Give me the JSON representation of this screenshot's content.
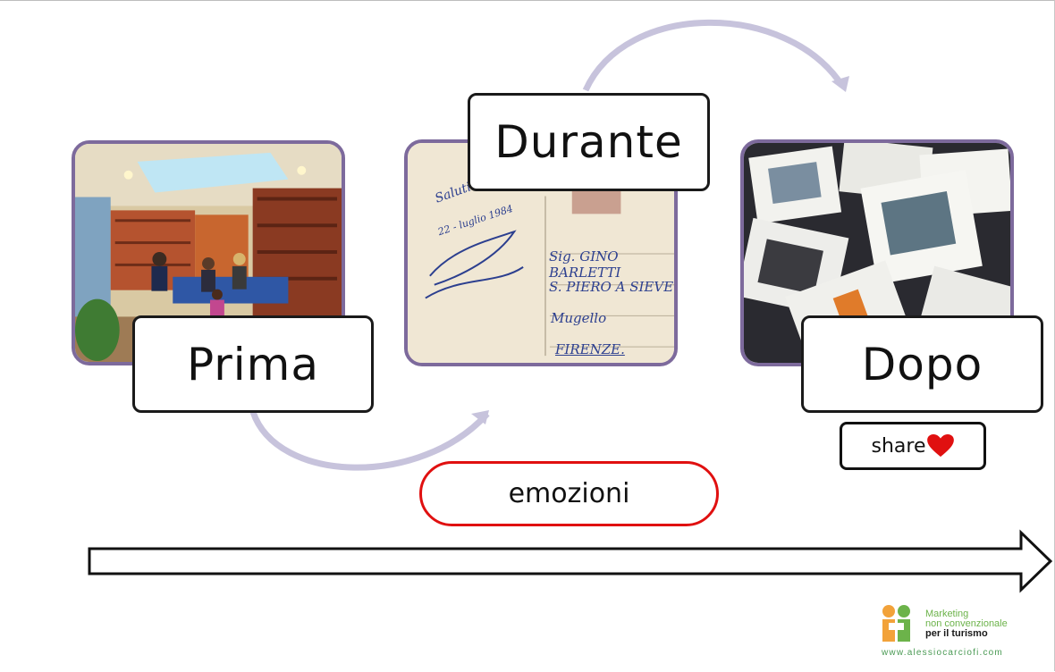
{
  "labels": {
    "before": "Prima",
    "during": "Durante",
    "after": "Dopo",
    "emotions": "emozioni",
    "share": "share"
  },
  "postcard": {
    "greeting": "Saluti",
    "date": "22 - luglio 1984",
    "address": [
      "Sig. GINO BARLETTI",
      "S. PIERO A SIEVE",
      "Mugello",
      "FIRENZE."
    ]
  },
  "logo": {
    "line1": "Marketing",
    "line2": "non convenzionale",
    "line3": "per il turismo",
    "url": "www.alessiocarciofi.com"
  },
  "colors": {
    "photo_border": "#7d6a9c",
    "arc": "#c7c3dc",
    "emotions_border": "#e01010",
    "heart": "#e01010"
  },
  "icons": {
    "heart": "heart-icon",
    "timeline": "right-arrow-icon"
  }
}
